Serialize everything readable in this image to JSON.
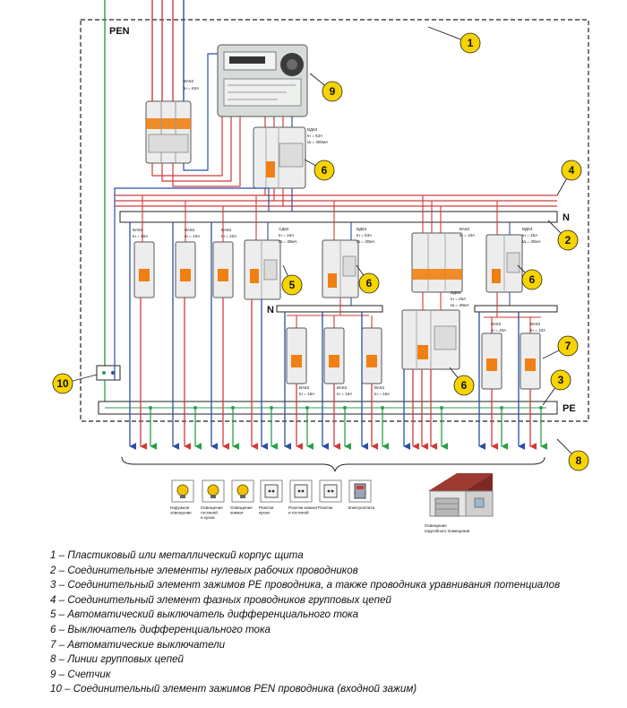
{
  "labels": {
    "pen": "PEN",
    "n_main": "N",
    "n_sub": "N",
    "pe": "PE"
  },
  "callouts": [
    "1",
    "2",
    "3",
    "4",
    "5",
    "6",
    "7",
    "8",
    "9",
    "10"
  ],
  "devices": {
    "main_breaker": [
      "ВА63",
      "Iн = 63А"
    ],
    "main_rcd": [
      "ВД63",
      "Iн = 63А",
      "IΔ = 300мА"
    ],
    "b1": [
      "ВА63",
      "Iн = 16А"
    ],
    "b2": [
      "ВА63",
      "Iн = 10А"
    ],
    "b3": [
      "ВА63",
      "Iн = 10А"
    ],
    "rcd1": [
      "АД62",
      "Iн = 16А",
      "IΔ = 30мА"
    ],
    "rcd2": [
      "ВД63",
      "Iн = 63А",
      "IΔ = 30мА"
    ],
    "b3p": [
      "ВА63",
      "Iн = 16А"
    ],
    "rcd3": [
      "ВД63",
      "Iн = 25А",
      "IΔ = 30мА"
    ],
    "rcd4": [
      "ВД63",
      "Iн = 25А",
      "IΔ = 30мА"
    ],
    "sb1": [
      "ВА63",
      "Iн = 16А"
    ],
    "sb2": [
      "ВА63",
      "Iн = 16А"
    ],
    "sb3": [
      "ВА63",
      "Iн = 16А"
    ],
    "sb4": [
      "ВА63",
      "Iн = 10А"
    ],
    "sb5": [
      "ВА63",
      "Iн = 10А"
    ]
  },
  "icons": [
    {
      "icon": "lamp-icon",
      "caption": [
        "Наружное",
        "освещение"
      ]
    },
    {
      "icon": "lamp-icon",
      "caption": [
        "Освещение",
        "гостиной",
        "и кухни"
      ]
    },
    {
      "icon": "lamp-icon",
      "caption": [
        "Освещение",
        "комнат"
      ]
    },
    {
      "icon": "socket-icon",
      "caption": [
        "Розетки",
        "кухни"
      ]
    },
    {
      "icon": "socket-icon",
      "caption": [
        "Розетки комнат",
        "и гостиной"
      ]
    },
    {
      "icon": "socket-icon",
      "caption": [
        "Розетки"
      ]
    },
    {
      "icon": "stove-icon",
      "caption": [
        "Электроплита"
      ]
    }
  ],
  "house_caption": [
    "Освещение",
    "подсобного помещения"
  ],
  "colors": {
    "phase": "#d23a3a",
    "neutral": "#2b4fa8",
    "pe": "#2e9e4a",
    "breaker_toggle": "#f07f14",
    "house_roof": "#9c3a32"
  },
  "legend": [
    "1 – Пластиковый или металлический корпус щита",
    "2 – Соединительные элементы нулевых рабочих проводников",
    "3 – Соединительный элемент зажимов РЕ проводника, а также проводника уравнивания потенциалов",
    "4 – Соединительный элемент фазных проводников групповых цепей",
    "5 – Автоматический выключатель дифференциального тока",
    "6 – Выключатель дифференциального тока",
    "7 – Автоматические выключатели",
    "8 – Линии групповых цепей",
    "9 – Счетчик",
    "10 – Соединительный элемент зажимов PEN проводника (входной зажим)"
  ]
}
